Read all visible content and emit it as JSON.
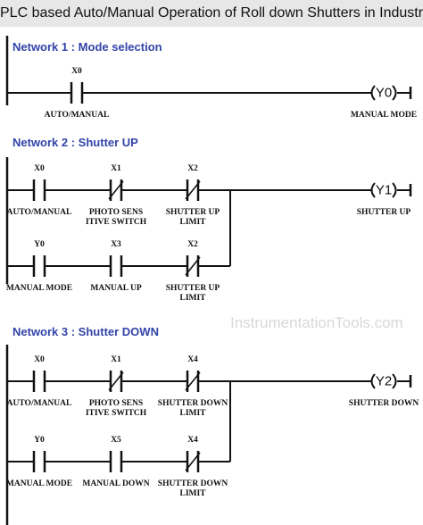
{
  "title": "PLC based Auto/Manual Operation of Roll down Shutters in Industry",
  "watermark": "InstrumentationTools.com",
  "networks": [
    {
      "title": "Network 1 : Mode selection",
      "rungs": [
        {
          "contacts": [
            {
              "address": "X0",
              "type": "NO",
              "label": "AUTO/MANUAL"
            }
          ]
        }
      ],
      "coil": {
        "address": "Y0",
        "label": "MANUAL MODE"
      }
    },
    {
      "title": "Network 2 : Shutter UP",
      "rungs": [
        {
          "contacts": [
            {
              "address": "X0",
              "type": "NO",
              "label": "AUTO/MANUAL"
            },
            {
              "address": "X1",
              "type": "NC",
              "label": "PHOTO SENS\nITIVE SWITCH"
            },
            {
              "address": "X2",
              "type": "NC",
              "label": "SHUTTER UP\nLIMIT"
            }
          ]
        },
        {
          "contacts": [
            {
              "address": "Y0",
              "type": "NO",
              "label": "MANUAL MODE"
            },
            {
              "address": "X3",
              "type": "NO",
              "label": "MANUAL UP"
            },
            {
              "address": "X2",
              "type": "NC",
              "label": "SHUTTER UP\nLIMIT"
            }
          ]
        }
      ],
      "coil": {
        "address": "Y1",
        "label": "SHUTTER UP"
      }
    },
    {
      "title": "Network 3 : Shutter DOWN",
      "rungs": [
        {
          "contacts": [
            {
              "address": "X0",
              "type": "NO",
              "label": "AUTO/MANUAL"
            },
            {
              "address": "X1",
              "type": "NC",
              "label": "PHOTO SENS\nITIVE SWITCH"
            },
            {
              "address": "X4",
              "type": "NC",
              "label": "SHUTTER DOWN\nLIMIT"
            }
          ]
        },
        {
          "contacts": [
            {
              "address": "Y0",
              "type": "NO",
              "label": "MANUAL MODE"
            },
            {
              "address": "X5",
              "type": "NO",
              "label": "MANUAL DOWN"
            },
            {
              "address": "X4",
              "type": "NC",
              "label": "SHUTTER DOWN\nLIMIT"
            }
          ]
        }
      ],
      "coil": {
        "address": "Y2",
        "label": "SHUTTER DOWN"
      }
    }
  ]
}
